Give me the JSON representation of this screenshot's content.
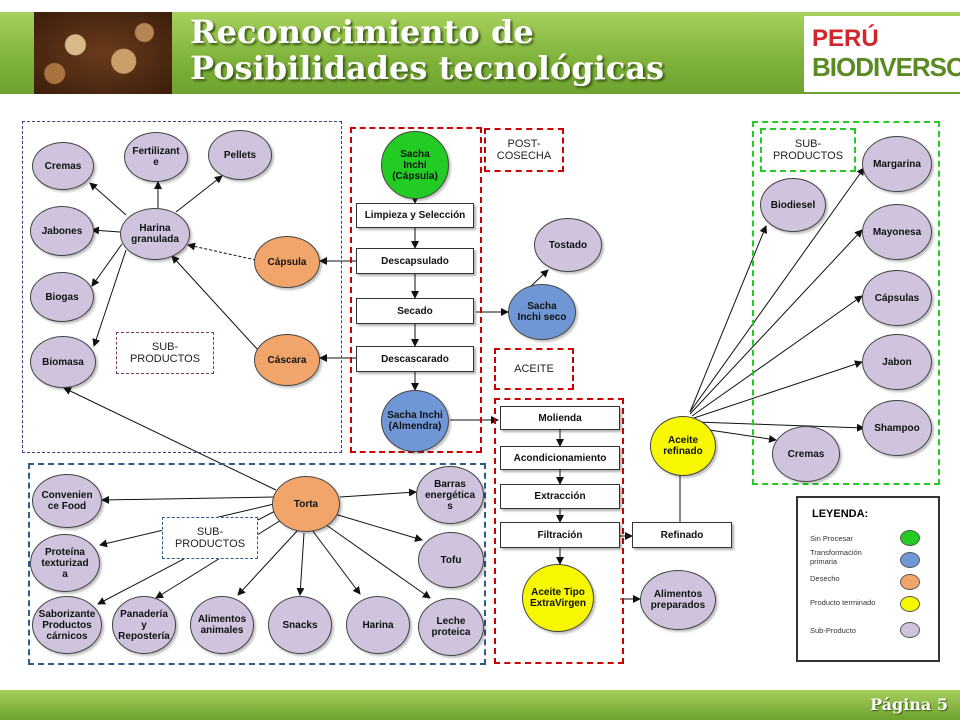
{
  "header": {
    "title_line1": "Reconocimiento de",
    "title_line2": "Posibilidades tecnológicas",
    "logo_top": "PERÚ",
    "logo_bottom": "BIODIVERSO"
  },
  "footer": {
    "page": "Página 5"
  },
  "colors": {
    "sin_procesar": "#22cc22",
    "transformacion_primaria": "#6f97d6",
    "desecho": "#f2a56b",
    "producto_terminado": "#f7f700",
    "sub_producto": "#cfc3dd"
  },
  "tags": {
    "post_cosecha": "POST-\nCOSECHA",
    "aceite": "ACEITE",
    "subproductos_left": "SUB-\nPRODUCTOS",
    "subproductos_bottom": "SUB-\nPRODUCTOS",
    "subproductos_right": "SUB-\nPRODUCTOS"
  },
  "process": {
    "sacha_capsula": "Sacha\nInchi\n(Cápsula)",
    "limpieza": "Limpieza y Selección",
    "descapsulado": "Descapsulado",
    "secado": "Secado",
    "descascarado": "Descascarado",
    "sacha_almendra": "Sacha Inchi\n(Almendra)",
    "tostado": "Tostado",
    "sacha_seco": "Sacha\nInchi seco",
    "molienda": "Molienda",
    "acondicionamiento": "Acondicionamiento",
    "extraccion": "Extracción",
    "filtracion": "Filtración",
    "aceite_extravirgen": "Aceite Tipo\nExtraVirgen",
    "refinado": "Refinado",
    "alimentos_preparados": "Alimentos\npreparados",
    "aceite_refinado": "Aceite\nrefinado"
  },
  "upper_left": {
    "cremas": "Cremas",
    "fertilizante": "Fertilizant\ne",
    "pellets": "Pellets",
    "jabones": "Jabones",
    "harina_granulada": "Harina\ngranulada",
    "biogas": "Biogas",
    "biomasa": "Biomasa",
    "capsula": "Cápsula",
    "cascara": "Cáscara"
  },
  "lower_left": {
    "torta": "Torta",
    "convenience": "Convenien\nce Food",
    "proteina": "Proteína\ntexturizad\na",
    "saborizante": "Saborizante\nProductos\ncárnicos",
    "panaderia": "Panadería\ny\nRepostería",
    "alimentos_animales": "Alimentos\nanimales",
    "snacks": "Snacks",
    "harina": "Harina",
    "leche": "Leche\nproteica",
    "tofu": "Tofu",
    "barras": "Barras\nenergética\ns"
  },
  "right": {
    "biodiesel": "Biodiesel",
    "margarina": "Margarina",
    "mayonesa": "Mayonesa",
    "capsulas": "Cápsulas",
    "jabon": "Jabon",
    "shampoo": "Shampoo",
    "cremas": "Cremas"
  },
  "legend": {
    "title": "LEYENDA:",
    "items": [
      "Sin Procesar",
      "Transformación\nprimaria",
      "Desecho",
      "Producto terminado",
      "Sub-Producto"
    ]
  }
}
